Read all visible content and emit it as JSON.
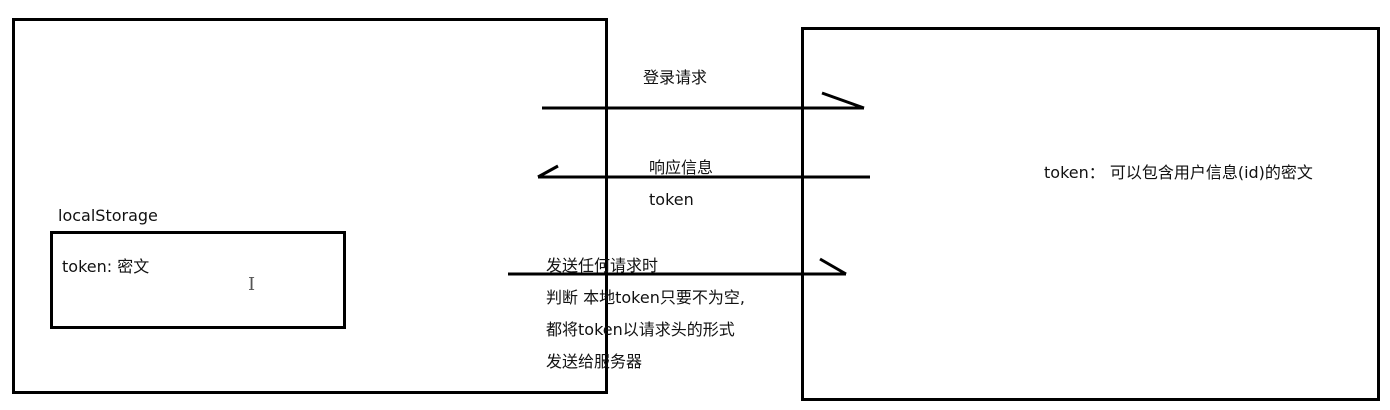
{
  "client": {
    "storage_title": "localStorage",
    "storage_content": "token: 密文"
  },
  "server": {
    "note": "token： 可以包含用户信息(id)的密文"
  },
  "arrows": {
    "login": {
      "label": "登录请求"
    },
    "response": {
      "label_line1": "响应信息",
      "label_line2": "token"
    },
    "request": {
      "label_line1": "发送任何请求时",
      "label_line2": "判断 本地token只要不为空,",
      "label_line3": "都将token以请求头的形式",
      "label_line4": "发送给服务器"
    }
  },
  "colors": {
    "stroke": "#000000",
    "text": "#111111"
  }
}
